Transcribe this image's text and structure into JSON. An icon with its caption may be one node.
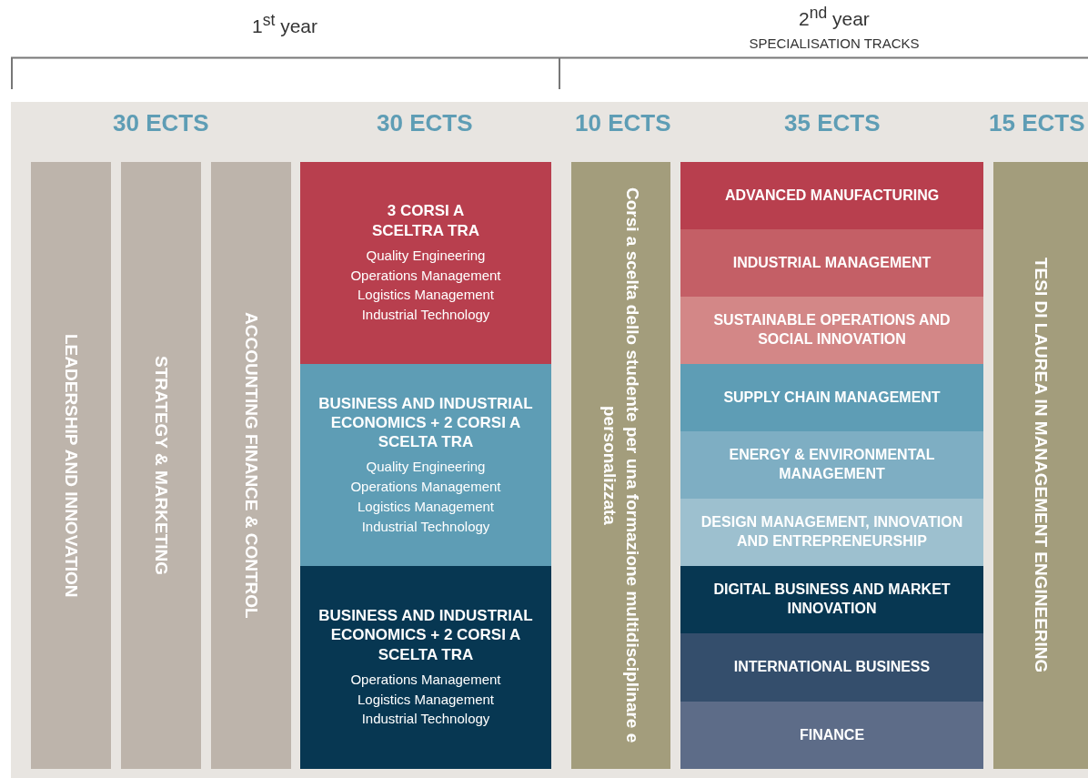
{
  "diagram": {
    "nodes": [
      {
        "text": [
          "LEADERSHIP AND INNOVATION"
        ]
      },
      {
        "text": [
          "STRATEGY & MARKETING"
        ]
      },
      {
        "text": [
          "ACCOUNTING FINANCE & CONTROL"
        ]
      },
      {
        "text": [
          "3 CORSI A SCELTRA TRA",
          "Quality Engineering",
          "Operations Management",
          "Logistics Management",
          "Industrial Technology"
        ]
      },
      {
        "text": [
          "BUSINESS AND INDUSTRIAL ECONOMICS + 2 CORSI A SCELTA TRA",
          "Quality Engineering",
          "Operations Management",
          "Logistics Management",
          "Industrial Technology"
        ]
      },
      {
        "text": [
          "BUSINESS AND INDUSTRIAL ECONOMICS + 2 CORSI A SCELTA TRA",
          "Operations Management",
          "Logistics Management",
          "Industrial Technology"
        ]
      },
      {
        "text": [
          "Corsi a scelta dello studente per una formazione multidisciplinare e personalizzata"
        ]
      },
      {
        "text": [
          "ADVANCED MANUFACTURING"
        ]
      },
      {
        "text": [
          "INDUSTRIAL MANAGEMENT"
        ]
      },
      {
        "text": [
          "SUSTAINABLE OPERATIONS AND SOCIAL INNOVATION"
        ]
      },
      {
        "text": [
          "SUPPLY CHAIN MANAGEMENT"
        ]
      },
      {
        "text": [
          "ENERGY & ENVIRONMENTAL MANAGEMENT"
        ]
      },
      {
        "text": [
          "DESIGN MANAGEMENT, INNOVATION AND ENTREPRENEURSHIP"
        ]
      },
      {
        "text": [
          "DIGITAL BUSINESS AND MARKET INNOVATION"
        ]
      },
      {
        "text": [
          "INTERNATIONAL BUSINESS"
        ]
      },
      {
        "text": [
          "FINANCE"
        ]
      },
      {
        "text": [
          "TESI DI LAUREA IN MANAGEMENT ENGINEERING"
        ]
      }
    ],
    "labels": [
      "1$^{st}$ year",
      "2$^{nd}$ year",
      "SPECIALISATION TRACKS",
      "30 ECTS",
      "30 ECTS",
      "10 ECTS",
      "35 ECTS",
      "15 ECTS"
    ]
  }
}
